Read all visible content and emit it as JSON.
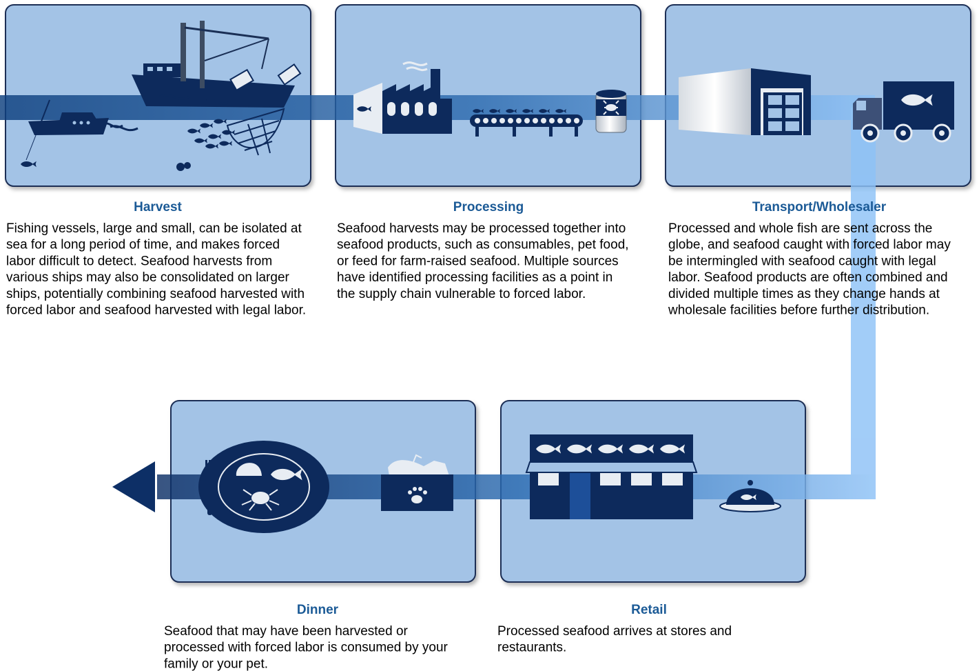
{
  "stages": {
    "harvest": {
      "title": "Harvest",
      "description": "Fishing vessels, large and small, can be isolated at sea for a long period of time, and makes forced labor difficult to detect. Seafood harvests from various ships may also be consolidated on larger ships, potentially combining seafood harvested with forced labor and seafood harvested with legal labor."
    },
    "processing": {
      "title": "Processing",
      "description": "Seafood harvests may be processed together into seafood products, such as consumables, pet food, or feed for farm-raised seafood. Multiple sources have identified processing facilities as a point in the supply chain vulnerable to forced labor."
    },
    "transport": {
      "title": "Transport/Wholesaler",
      "description": "Processed and whole fish are sent across the globe, and seafood caught with forced labor may be intermingled with seafood caught with legal labor. Seafood products are often combined and divided multiple times as they change hands at wholesale facilities before further distribution."
    },
    "retail": {
      "title": "Retail",
      "description": "Processed seafood arrives at stores and restaurants."
    },
    "dinner": {
      "title": "Dinner",
      "description": "Seafood that may have been harvested or processed with forced labor is consumed by your family or your pet."
    }
  },
  "colors": {
    "panel": "#a3c3e6",
    "panel_border": "#1a2f55",
    "navy": "#0d2a5c",
    "flow_dark": "#0d3f7e",
    "flow_light": "#8ec2f7",
    "title": "#1b5a96"
  },
  "icons": {
    "harvest": [
      "ship-icon",
      "fishing-boat-icon",
      "net-icon",
      "fish-school-icon"
    ],
    "processing": [
      "factory-icon",
      "conveyor-icon",
      "can-icon"
    ],
    "transport": [
      "warehouse-icon",
      "truck-icon"
    ],
    "retail": [
      "store-icon",
      "cloche-icon"
    ],
    "dinner": [
      "plate-icon",
      "fork-icon",
      "pet-food-box-icon",
      "arrow-left-icon"
    ]
  }
}
